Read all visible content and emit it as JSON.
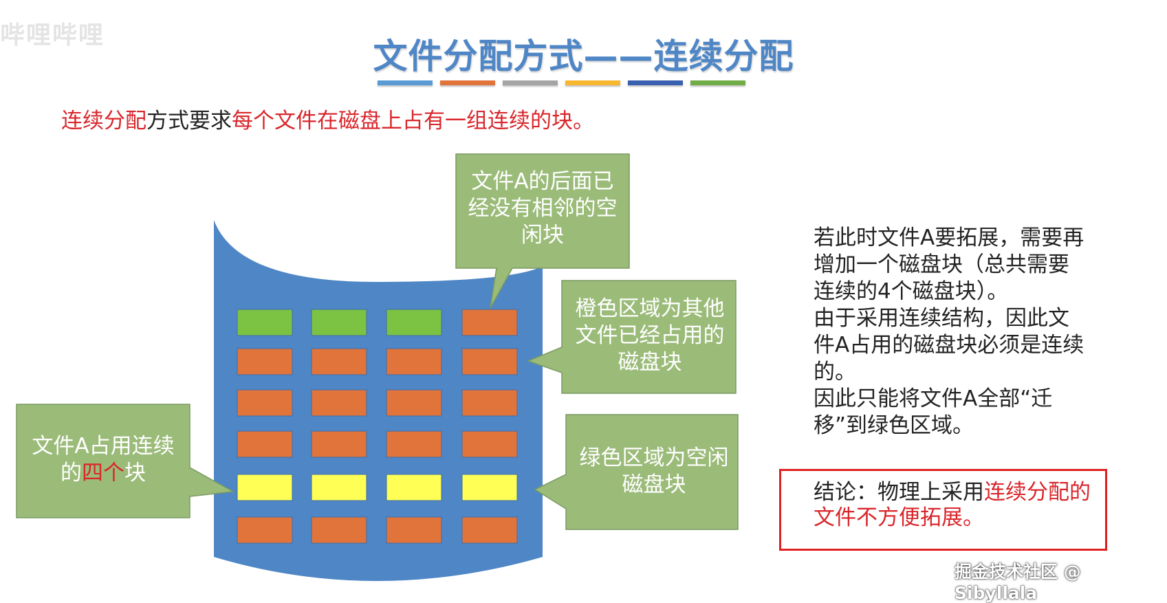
{
  "watermark": "哔哩哔哩",
  "title": "文件分配方式——连续分配",
  "title_bar_colors": [
    "#5b9bd5",
    "#e0743b",
    "#a5a5a5",
    "#f7b731",
    "#3b5fb0",
    "#70ad47"
  ],
  "intro": {
    "part1": "连续分配",
    "part2": "方式要求",
    "part3": "每个文件在磁盘上占有一组连续的块。"
  },
  "colors": {
    "disk": "#4f86c6",
    "callout": "#9bbb79",
    "free_green": "#7cc243",
    "used_orange": "#e0743b",
    "fileA_yellow": "#ffff55",
    "accent_red": "#d9262b"
  },
  "disk_grid": [
    [
      "free",
      "free",
      "free",
      "used"
    ],
    [
      "used",
      "used",
      "used",
      "used"
    ],
    [
      "used",
      "used",
      "used",
      "used"
    ],
    [
      "used",
      "used",
      "used",
      "used"
    ],
    [
      "fileA",
      "fileA",
      "fileA",
      "fileA"
    ],
    [
      "used",
      "used",
      "used",
      "used"
    ]
  ],
  "callouts": {
    "no_adjacent": "文件A的后面已经没有相邻的空闲块",
    "orange_area": "橙色区域为其他文件已经占用的磁盘块",
    "green_area": "绿色区域为空闲磁盘块",
    "fileA_part1": "文件A占用连续的",
    "fileA_part2": "四个",
    "fileA_part3": "块"
  },
  "side_text": "若此时文件A要拓展，需要再增加一个磁盘块（总共需要连续的4个磁盘块）。\n由于采用连续结构，因此文件A占用的磁盘块必须是连续的。\n因此只能将文件A全部“迁移”到绿色区域。",
  "conclusion": {
    "part1": "结论：物理上采用",
    "part2": "连续分配的文件不方便拓展。"
  },
  "footer_watermark": "掘金技术社区 @ Sibyllala"
}
